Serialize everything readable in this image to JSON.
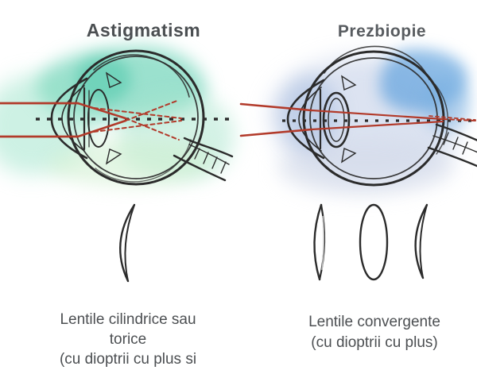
{
  "document": {
    "kind": "ophthalmology-educational-diagram",
    "language": "Romanian",
    "background": "#ffffff"
  },
  "colors": {
    "title_text": "#4b4f52",
    "caption_text": "#4c4f52",
    "sketch_line": "#2b2b2b",
    "ray_red": "#b23a2a",
    "axis_dash": "#2d2d2d",
    "watercolor_left_teal": "#5ecfb0",
    "watercolor_left_mint": "#a9e6cd",
    "watercolor_left_pale_green": "#d4eecf",
    "watercolor_right_blue": "#5b9fd8",
    "watercolor_right_lavender": "#c0cbe3",
    "watercolor_right_pale": "#dde3ee"
  },
  "panels": [
    {
      "title": "Astigmatism",
      "diagram": "eye-cross-section-astigmatism",
      "rays": "two red rays focus at two different points inside the eye",
      "caption_lines": [
        "Lentile cilindrice sau",
        "torice",
        "(cu dioptrii cu plus si"
      ],
      "lenses": [
        "meniscus-lens"
      ]
    },
    {
      "title": "Prezbiopie",
      "diagram": "eye-cross-section-presbyopia",
      "rays": "two red rays focus behind the retina (dashed focus outside the eye)",
      "caption_lines": [
        "Lentile convergente",
        "(cu dioptrii cu plus)"
      ],
      "lenses": [
        "plano-convex-lens",
        "biconvex-lens",
        "meniscus-lens"
      ]
    }
  ]
}
